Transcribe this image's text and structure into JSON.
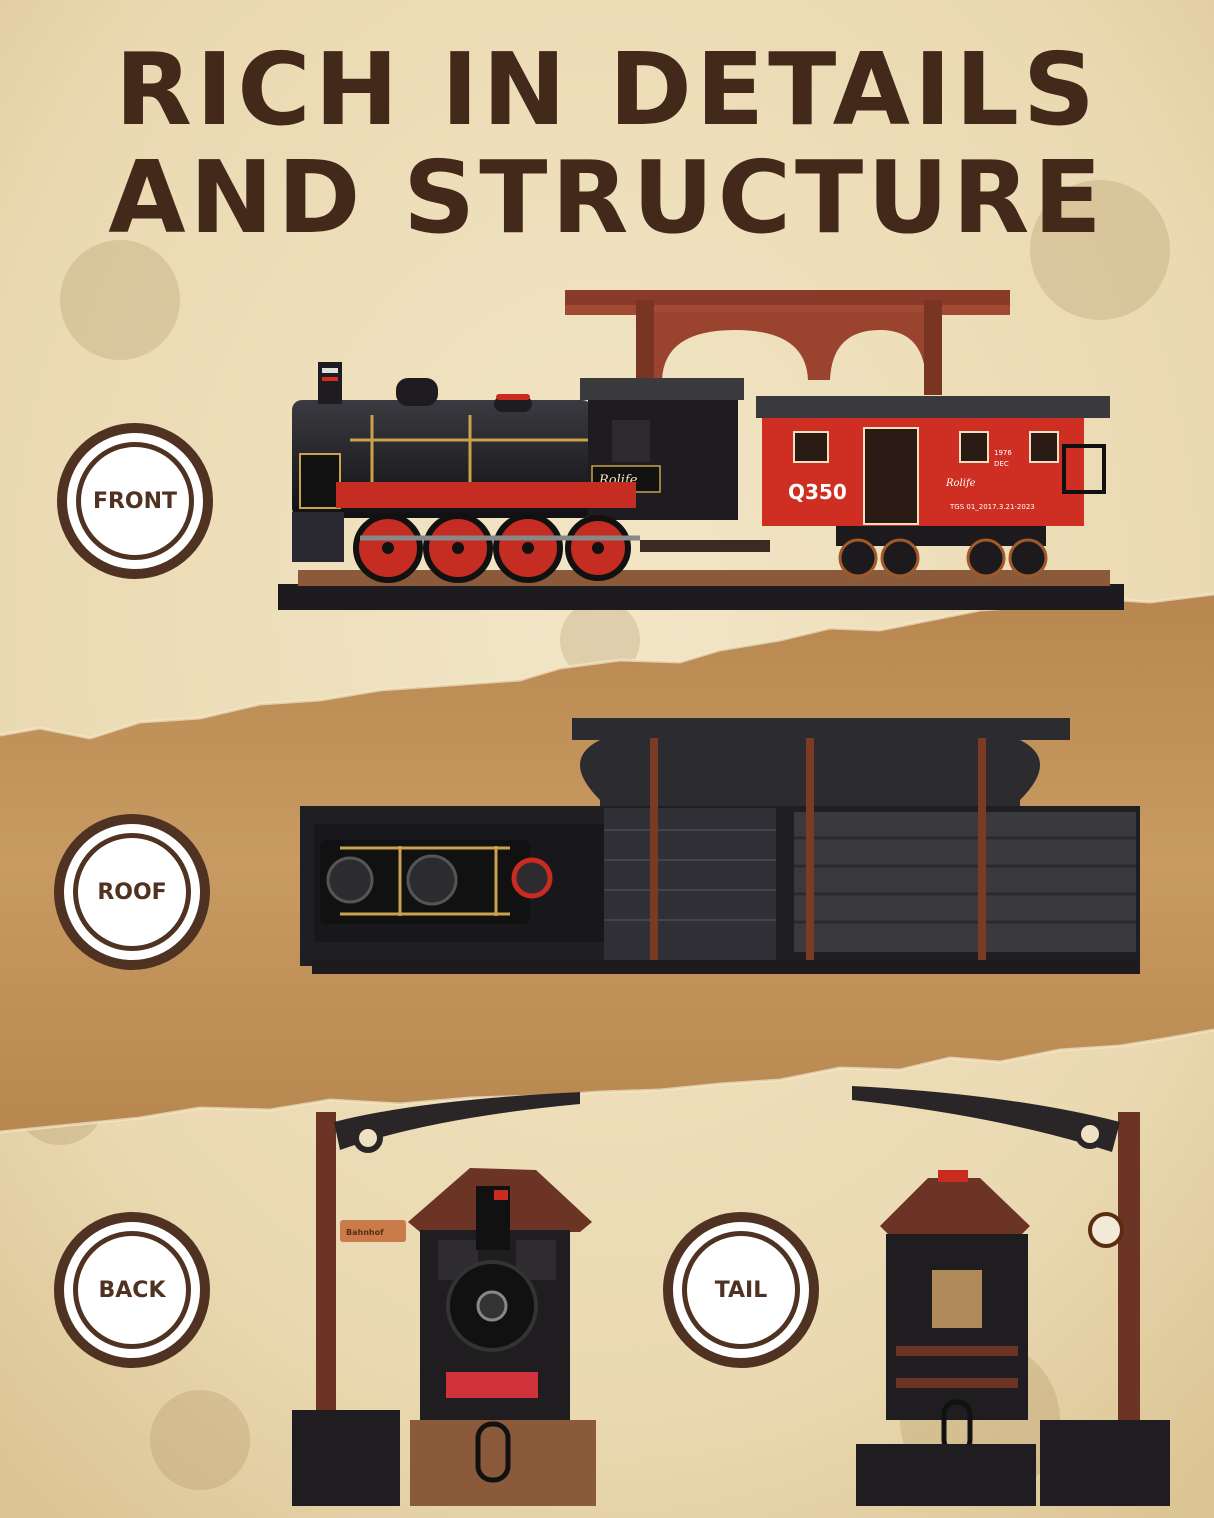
{
  "heading": {
    "line1": "RICH IN DETAILS",
    "line2": "AND STRUCTURE"
  },
  "views": {
    "front": "FRONT",
    "roof": "ROOF",
    "back": "BACK",
    "tail": "TAIL"
  },
  "model_markings": {
    "brand": "Rolife",
    "car_number": "Q350",
    "year": "1976",
    "month": "DEC",
    "car_code": "TGS 01_2017.3.21-2023",
    "station_sign": "Bahnhof"
  },
  "colors": {
    "paper": "#eedfba",
    "torn_band": "#c4955f",
    "title": "#43291a",
    "badge_ring": "#4f3221",
    "loco_black": "#1c1a1d",
    "carriage_red": "#cf2f22",
    "frame_brown": "#6b3424"
  }
}
